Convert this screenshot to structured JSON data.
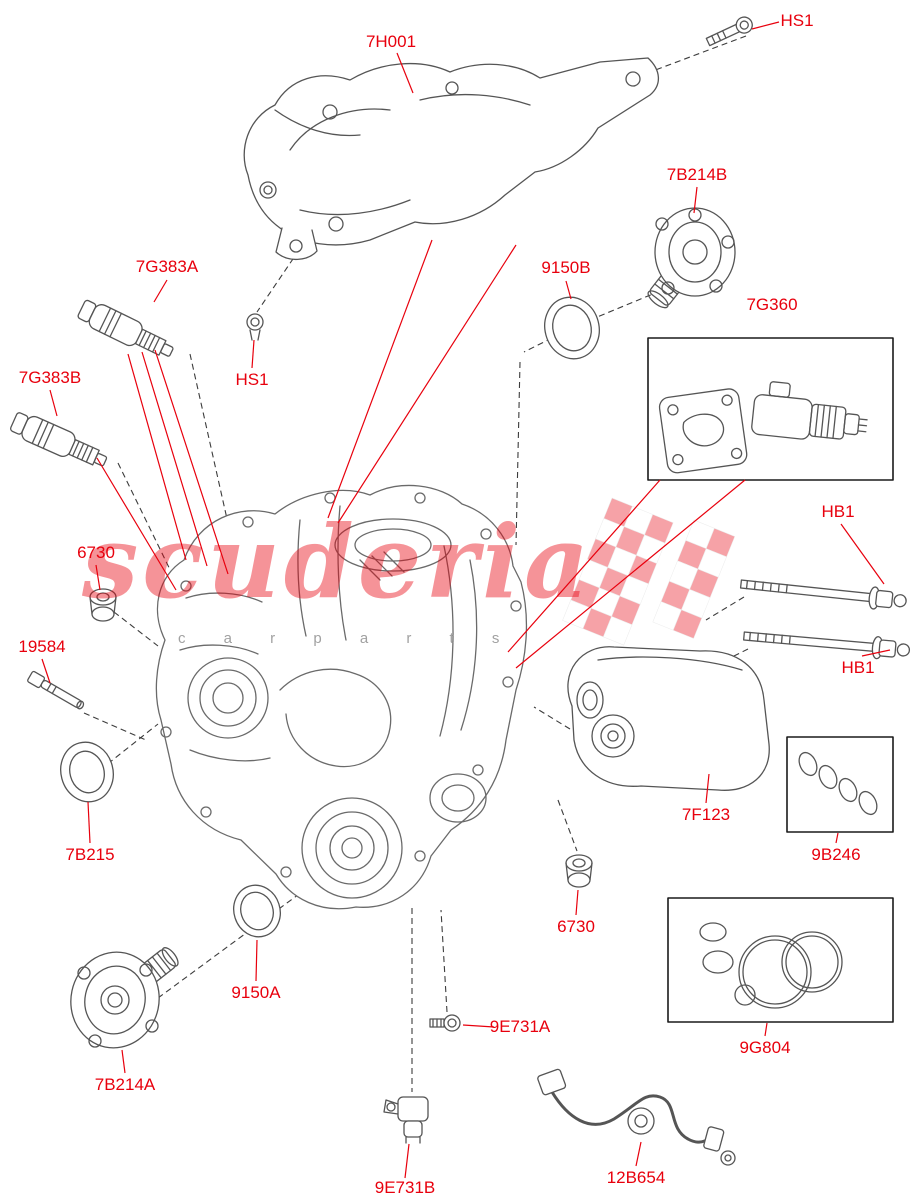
{
  "watermark": {
    "title": "scuderia",
    "subtitle": "c a r   p a r t s"
  },
  "colors": {
    "label_red": "#e8000d",
    "leader_red": "#e8000d",
    "art_gray": "#5a5a5a",
    "box_black": "#1a1a1a"
  },
  "labels": [
    {
      "part": "7H001",
      "text": "7H001"
    },
    {
      "part": "HS1",
      "text": "HS1"
    },
    {
      "part": "7B214B",
      "text": "7B214B"
    },
    {
      "part": "9150B",
      "text": "9150B"
    },
    {
      "part": "7G360",
      "text": "7G360"
    },
    {
      "part": "7G383A",
      "text": "7G383A"
    },
    {
      "part": "HS1",
      "text": "HS1"
    },
    {
      "part": "7G383B",
      "text": "7G383B"
    },
    {
      "part": "HB1",
      "text": "HB1"
    },
    {
      "part": "HB1",
      "text": "HB1"
    },
    {
      "part": "6730",
      "text": "6730"
    },
    {
      "part": "19584",
      "text": "19584"
    },
    {
      "part": "7B215",
      "text": "7B215"
    },
    {
      "part": "7F123",
      "text": "7F123"
    },
    {
      "part": "9B246",
      "text": "9B246"
    },
    {
      "part": "6730",
      "text": "6730"
    },
    {
      "part": "9150A",
      "text": "9150A"
    },
    {
      "part": "7B214A",
      "text": "7B214A"
    },
    {
      "part": "9E731A",
      "text": "9E731A"
    },
    {
      "part": "9G804",
      "text": "9G804"
    },
    {
      "part": "9E731B",
      "text": "9E731B"
    },
    {
      "part": "12B654",
      "text": "12B654"
    }
  ]
}
